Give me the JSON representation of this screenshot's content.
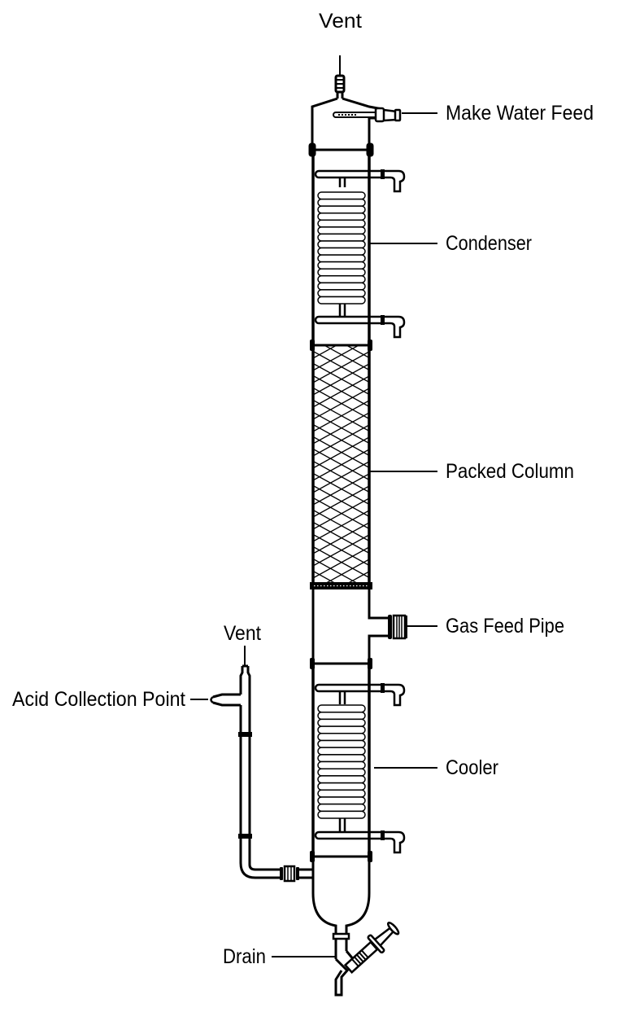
{
  "diagram": {
    "title": "Packed column acid absorption apparatus",
    "stroke_color": "#000000",
    "background_color": "#ffffff",
    "labels": {
      "top_vent": "Vent",
      "make_water_feed": "Make Water Feed",
      "condenser": "Condenser",
      "packed_column": "Packed Column",
      "gas_feed_pipe": "Gas Feed Pipe",
      "side_vent": "Vent",
      "acid_collection_point": "Acid Collection Point",
      "cooler": "Cooler",
      "drain": "Drain"
    },
    "components": [
      {
        "id": "top-head",
        "name": "Column head with vent"
      },
      {
        "id": "make-water-feed",
        "name": "Make Water Feed inlet"
      },
      {
        "id": "condenser",
        "name": "Condenser coil section",
        "coil_turns": 16
      },
      {
        "id": "packed-column",
        "name": "Packed Column section"
      },
      {
        "id": "gas-feed-pipe",
        "name": "Gas Feed Pipe inlet"
      },
      {
        "id": "cooler",
        "name": "Cooler coil section",
        "coil_turns": 16
      },
      {
        "id": "acid-collection-line",
        "name": "Acid collection side line"
      },
      {
        "id": "bottom-receiver",
        "name": "Bottom receiver with drain stopcock"
      }
    ]
  }
}
